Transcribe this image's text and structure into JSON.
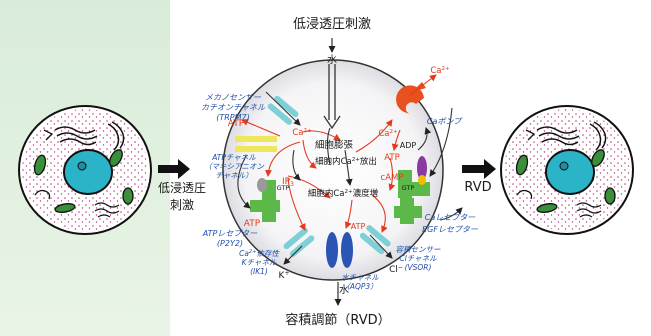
{
  "diagram": {
    "stimulus_top": "低浸透圧刺激",
    "water_top": "水",
    "stimulus_left_line1": "低浸透圧",
    "stimulus_left_line2": "刺激",
    "rvd_right": "RVD",
    "bottom_title": "容積調節（RVD）",
    "water_bottom": "水",
    "center": {
      "swelling": "細胞膨張",
      "ca_release_pre": "細胞内Ca",
      "ca_release_sup": "2+",
      "ca_release_post": "放出",
      "ca_increase_pre": "細胞内Ca",
      "ca_increase_sup": "2+",
      "ca_increase_post": "濃度増"
    },
    "labels": {
      "trpm7_1": "メカノセンサー",
      "trpm7_2": "カチオンチャネル",
      "trpm7_3": "(TRPM7)",
      "atp_channel_1": "ATPチャネル",
      "atp_channel_2": "（マキシアニオン",
      "atp_channel_3": "チャネル）",
      "p2y2_1": "ATPレセプター",
      "p2y2_2": "(P2Y2)",
      "ik1_1a": "Ca",
      "ik1_1sup": "2+",
      "ik1_1b": "依存性",
      "ik1_2": "Kチャネル",
      "ik1_3": "(IK1)",
      "aqp3_1": "水チャネル",
      "aqp3_2": "（AQP3）",
      "vsor_1": "容積センサー",
      "vsor_2": "Clチャネル",
      "vsor_3": "(VSOR)",
      "egf": "EGFレセプター",
      "ca_receptor": "Caレセプター",
      "ca_pump": "Caポンプ"
    },
    "species": {
      "atp": "ATP",
      "ip3": "IP",
      "ip3_sub": "3",
      "gtp": "GTP",
      "adp": "ADP",
      "camp": "cAMP",
      "ca": "Ca",
      "ca_sup": "2+",
      "k": "K",
      "k_sup": "+",
      "cl": "Cl",
      "cl_sup": "−"
    }
  }
}
